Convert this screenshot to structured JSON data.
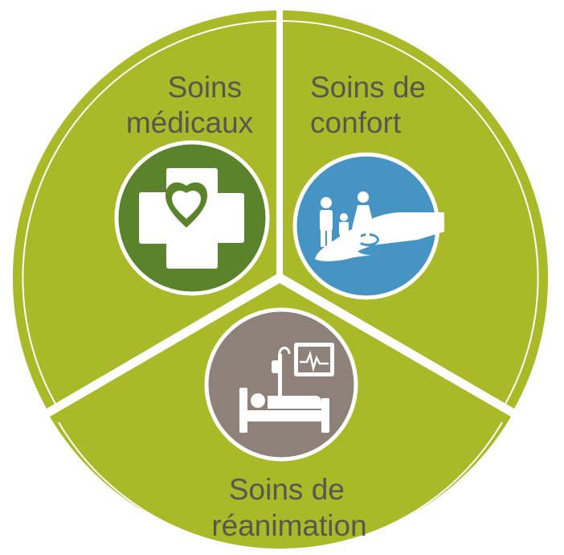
{
  "colors": {
    "segment": "#a9b927",
    "divider": "#ffffff",
    "label": "#56574f",
    "medical_circle": "#5a832c",
    "comfort_circle": "#4694c4",
    "icu_circle": "#8e8179",
    "icon_fill": "#ffffff"
  },
  "segments": [
    {
      "id": "medical",
      "label_lines": [
        "Soins",
        "médicaux"
      ],
      "icon": "medical-cross-heart-icon"
    },
    {
      "id": "comfort",
      "label_lines": [
        "Soins de",
        "confort"
      ],
      "icon": "family-in-hand-icon"
    },
    {
      "id": "icu",
      "label_lines": [
        "Soins de",
        "réanimation"
      ],
      "icon": "hospital-bed-monitor-icon"
    }
  ]
}
